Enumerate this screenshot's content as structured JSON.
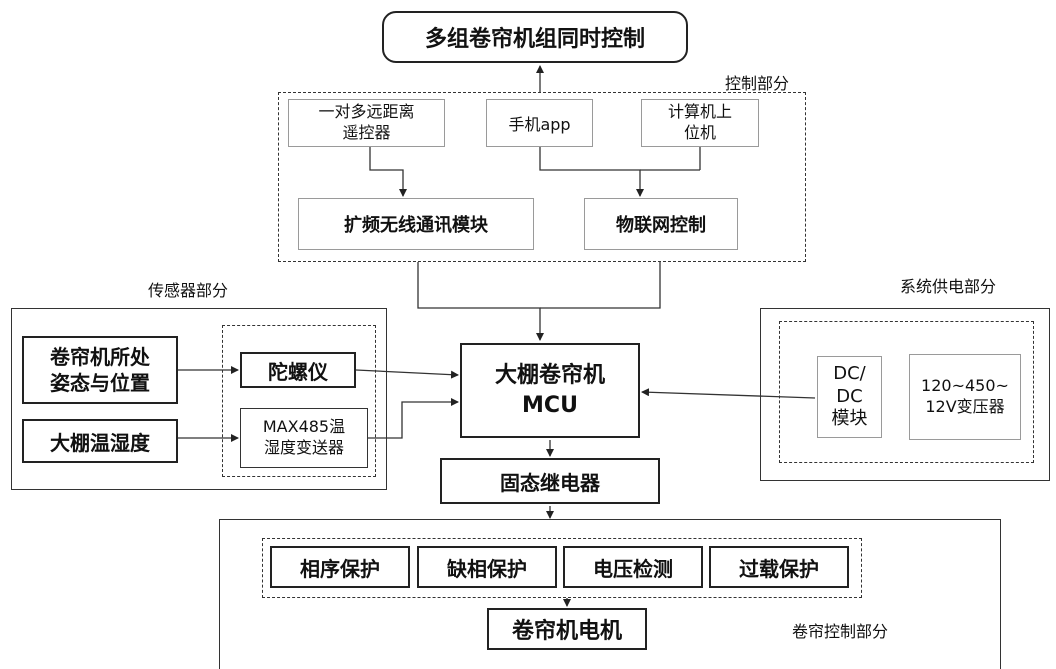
{
  "top_box": "多组卷帘机组同时控制",
  "control_section": {
    "title": "控制部分",
    "remote": "一对多远距离\n遥控器",
    "app": "手机app",
    "computer": "计算机上\n位机",
    "wireless": "扩频无线通讯模块",
    "iot": "物联网控制"
  },
  "sensor_section": {
    "title": "传感器部分",
    "posture": "卷帘机所处\n姿态与位置",
    "temp": "大棚温湿度",
    "gyro": "陀螺仪",
    "transmitter": "MAX485温\n湿度变送器"
  },
  "power_section": {
    "title": "系统供电部分",
    "dcdc": "DC/\nDC\n模块",
    "transformer": "120~450~\n12V变压器"
  },
  "mcu": "大棚卷帘机\nMCU",
  "relay": "固态继电器",
  "shutter_section": {
    "title": "卷帘控制部分",
    "protections": [
      "相序保护",
      "缺相保护",
      "电压检测",
      "过载保护"
    ],
    "motor": "卷帘机电机"
  }
}
